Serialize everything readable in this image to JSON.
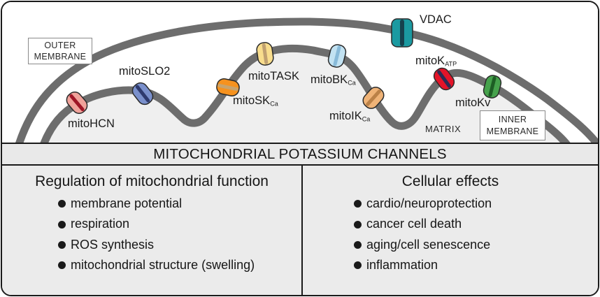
{
  "figure": {
    "title_band": "MITOCHONDRIAL POTASSIUM CHANNELS"
  },
  "membrane_labels": {
    "outer_line1": "OUTER",
    "outer_line2": "MEMBRANE",
    "inner_line1": "INNER",
    "inner_line2": "MEMBRANE",
    "matrix": "MATRIX"
  },
  "colors": {
    "membrane_gray": "#6d6d6d",
    "matrix_fill": "#efefef",
    "panel_bg": "#ebebeb",
    "band_bg": "#e9e9e9",
    "outline": "#2a2a2a"
  },
  "channels": [
    {
      "label": "mitoHCN",
      "sub": "",
      "body": "#f0a29a",
      "stripe": "#9e1526"
    },
    {
      "label": "mitoSLO2",
      "sub": "",
      "body": "#7a90cc",
      "stripe": "#2e3a6e"
    },
    {
      "label": "mitoSK",
      "sub": "Ca",
      "body": "#f6921e",
      "stripe": "#c9a36b"
    },
    {
      "label": "mitoTASK",
      "sub": "",
      "body": "#f8dd8d",
      "stripe": "#c0a070"
    },
    {
      "label": "VDAC",
      "sub": "",
      "body": "#1b9aa1",
      "stripe": "#16424e"
    },
    {
      "label": "mitoBK",
      "sub": "Ca",
      "body": "#c2e2f2",
      "stripe": "#88bad9"
    },
    {
      "label": "mitoIK",
      "sub": "Ca",
      "body": "#efb377",
      "stripe": "#bb8147"
    },
    {
      "label": "mitoK",
      "sub": "ATP",
      "body": "#e41429",
      "stripe": "#2c2c54"
    },
    {
      "label": "mitoKv",
      "sub": "",
      "body": "#46a24c",
      "stripe": "#1d5e24"
    }
  ],
  "left_panel": {
    "heading": "Regulation of mitochondrial function",
    "bullets": [
      "membrane potential",
      "respiration",
      "ROS synthesis",
      "mitochondrial structure (swelling)"
    ]
  },
  "right_panel": {
    "heading": "Cellular effects",
    "bullets": [
      "cardio/neuroprotection",
      "cancer cell death",
      "aging/cell senescence",
      "inflammation"
    ]
  }
}
